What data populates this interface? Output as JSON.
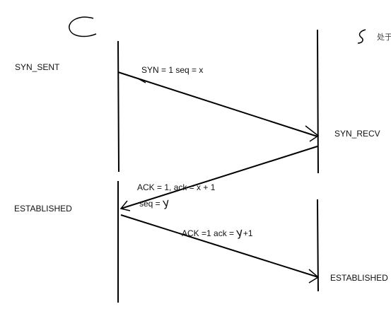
{
  "client": {
    "glyph": "C",
    "states": [
      "SYN_SENT",
      "ESTABLISHED"
    ]
  },
  "server": {
    "glyph": "S",
    "states": [
      "SYN_RECV",
      "ESTABLISHED"
    ],
    "corner_mark": "处于"
  },
  "messages": [
    {
      "label": "SYN = 1 seq = x",
      "from": "client",
      "to": "server"
    },
    {
      "label_line1": "ACK = 1, ack = x + 1",
      "label_line2_prefix": "seq = ",
      "label_line2_hand": "y",
      "from": "server",
      "to": "client"
    },
    {
      "label_prefix": "ACK =1  ack = ",
      "label_hand": "y",
      "label_suffix": "+1",
      "from": "client",
      "to": "server"
    }
  ]
}
